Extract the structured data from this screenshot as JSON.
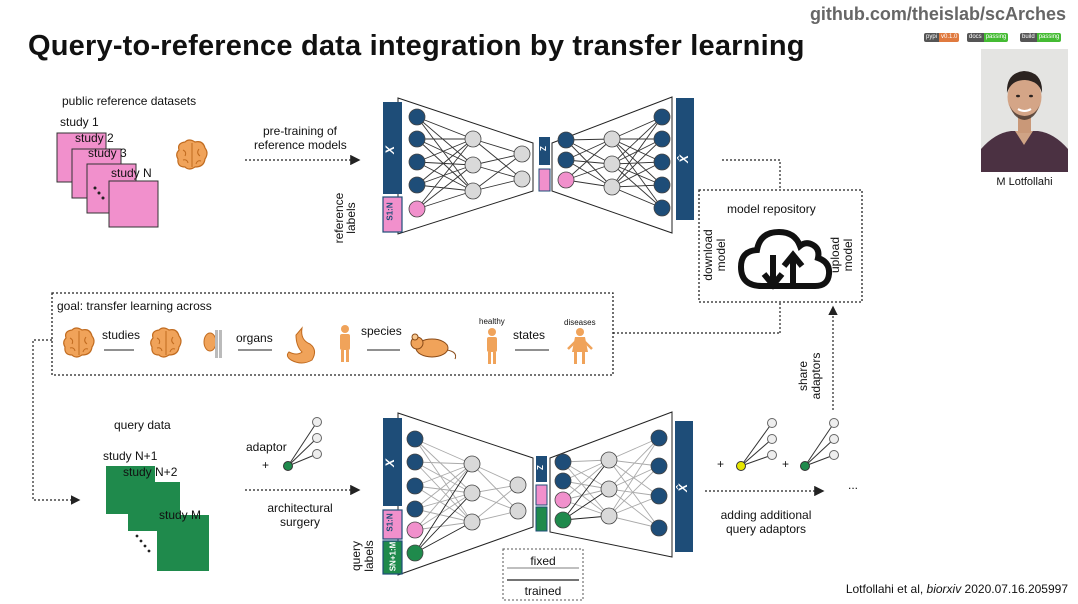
{
  "title": "Query-to-reference data integration by transfer learning",
  "github": "github.com/theislab/scArches",
  "badges": [
    {
      "key": "pypi",
      "value": "v0.1.0"
    },
    {
      "key": "docs",
      "value": "passing"
    },
    {
      "key": "build",
      "value": "passing"
    }
  ],
  "author": {
    "name": "M Lotfollahi"
  },
  "citation": {
    "authors": "Lotfollahi et al, ",
    "journal": "biorxiv",
    "ref": " 2020.07.16.205997"
  },
  "reference": {
    "heading": "public reference datasets",
    "studies": [
      "study 1",
      "study 2",
      "study 3",
      "study N"
    ],
    "arrow_label": [
      "pre-training of",
      "reference models"
    ],
    "labels_caption": [
      "reference",
      "labels"
    ]
  },
  "repository": {
    "title": "model repository",
    "download": [
      "download",
      "model"
    ],
    "upload": [
      "upload",
      "model"
    ]
  },
  "goal": {
    "heading": "goal: transfer learning across",
    "items": [
      "studies",
      "organs",
      "species",
      "states"
    ],
    "healthy": "healthy",
    "diseases": "diseases"
  },
  "query": {
    "heading": "query data",
    "studies": [
      "study N+1",
      "study N+2",
      "study M"
    ],
    "adaptor": [
      "adaptor",
      "+"
    ],
    "arrow_label": [
      "architectural",
      "surgery"
    ],
    "labels_caption": [
      "query",
      "labels"
    ],
    "share": [
      "share",
      "adaptors"
    ],
    "adding": [
      "adding additional",
      "query adaptors"
    ],
    "plus": "+",
    "ellipsis": "..."
  },
  "legend": {
    "fixed": "fixed",
    "trained": "trained"
  },
  "net": {
    "x": "X",
    "x_hat": "X̂",
    "z": "Z",
    "s_ref": "S1:N",
    "s_query": "SN+1:M"
  },
  "colors": {
    "navy": "#1e4d78",
    "pink": "#f190cc",
    "green": "#1f8a4c",
    "yellow": "#e6e600",
    "gray": "#d9d9d9"
  }
}
